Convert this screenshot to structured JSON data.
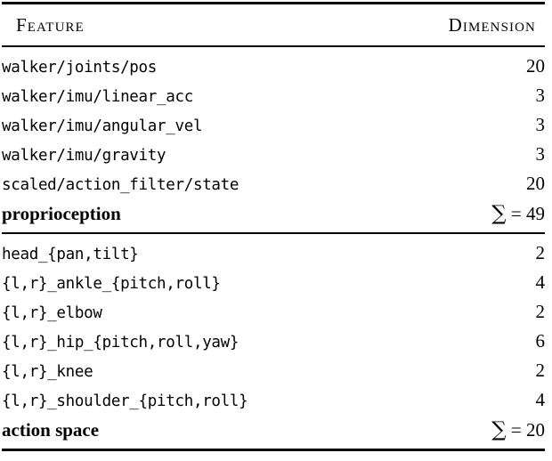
{
  "table": {
    "columns": {
      "feature_header": "Feature",
      "dimension_header": "Dimension"
    },
    "sections": [
      {
        "name": "observation-section",
        "rows": [
          {
            "feature": "walker/joints/pos",
            "dimension": "20"
          },
          {
            "feature": "walker/imu/linear_acc",
            "dimension": "3"
          },
          {
            "feature": "walker/imu/angular_vel",
            "dimension": "3"
          },
          {
            "feature": "walker/imu/gravity",
            "dimension": "3"
          },
          {
            "feature": "scaled/action_filter/state",
            "dimension": "20"
          }
        ],
        "summary": {
          "label": "proprioception",
          "sigma": "∑",
          "equals": "=",
          "total": "49"
        }
      },
      {
        "name": "action-section",
        "rows": [
          {
            "feature": "head_{pan,tilt}",
            "dimension": "2"
          },
          {
            "feature": "{l,r}_ankle_{pitch,roll}",
            "dimension": "4"
          },
          {
            "feature": "{l,r}_elbow",
            "dimension": "2"
          },
          {
            "feature": "{l,r}_hip_{pitch,roll,yaw}",
            "dimension": "6"
          },
          {
            "feature": "{l,r}_knee",
            "dimension": "2"
          },
          {
            "feature": "{l,r}_shoulder_{pitch,roll}",
            "dimension": "4"
          }
        ],
        "summary": {
          "label": "action space",
          "sigma": "∑",
          "equals": "=",
          "total": "20"
        }
      }
    ]
  }
}
